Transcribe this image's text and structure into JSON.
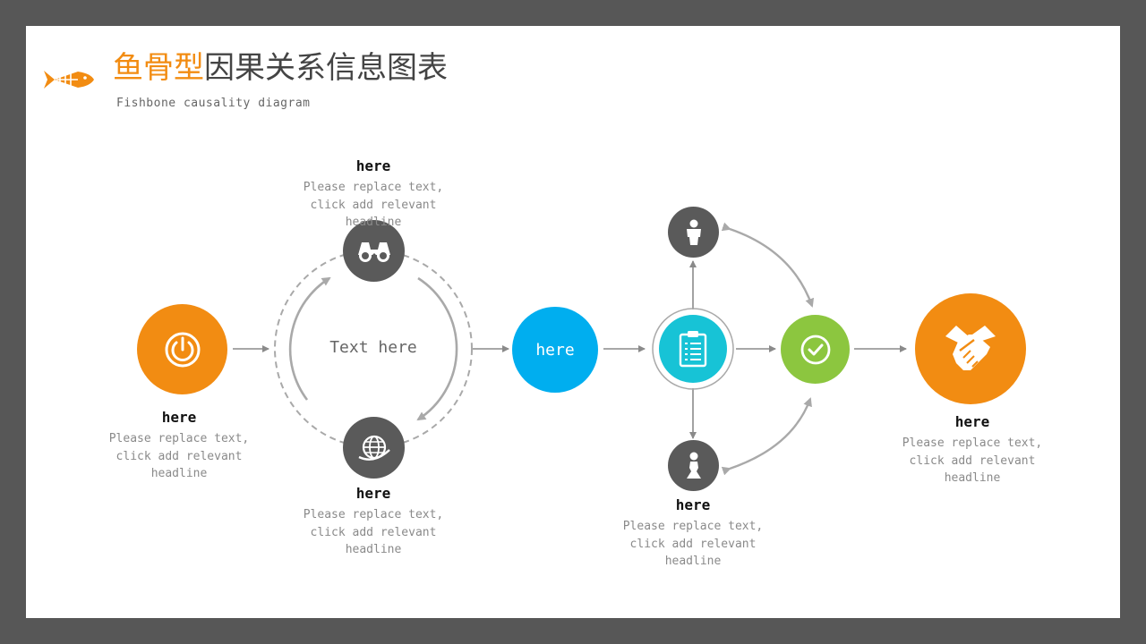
{
  "header": {
    "title_highlight": "鱼骨型",
    "title_rest": "因果关系信息图表",
    "subtitle": "Fishbone causality diagram"
  },
  "colors": {
    "orange": "#f28c12",
    "blue": "#00aeef",
    "cyan": "#17c3d6",
    "green": "#8cc63f",
    "gray": "#5a5a5a",
    "arrow": "#8a8a8a"
  },
  "icons": [
    "fish-icon",
    "power-icon",
    "binoculars-icon",
    "globe-icon",
    "clipboard-icon",
    "person-icon",
    "person-female-icon",
    "check-icon",
    "handshake-icon"
  ],
  "cycle": {
    "center_text": "Text here"
  },
  "blue_node": {
    "label": "here"
  },
  "blocks": {
    "left": {
      "heading": "here",
      "desc": "Please replace text, click add relevant headline"
    },
    "top": {
      "heading": "here",
      "desc": "Please replace text, click add relevant headline"
    },
    "bottom": {
      "heading": "here",
      "desc": "Please replace text, click add relevant headline"
    },
    "middle_bottom": {
      "heading": "here",
      "desc": "Please replace text, click add relevant headline"
    },
    "right": {
      "heading": "here",
      "desc": "Please replace text, click add relevant headline"
    }
  }
}
